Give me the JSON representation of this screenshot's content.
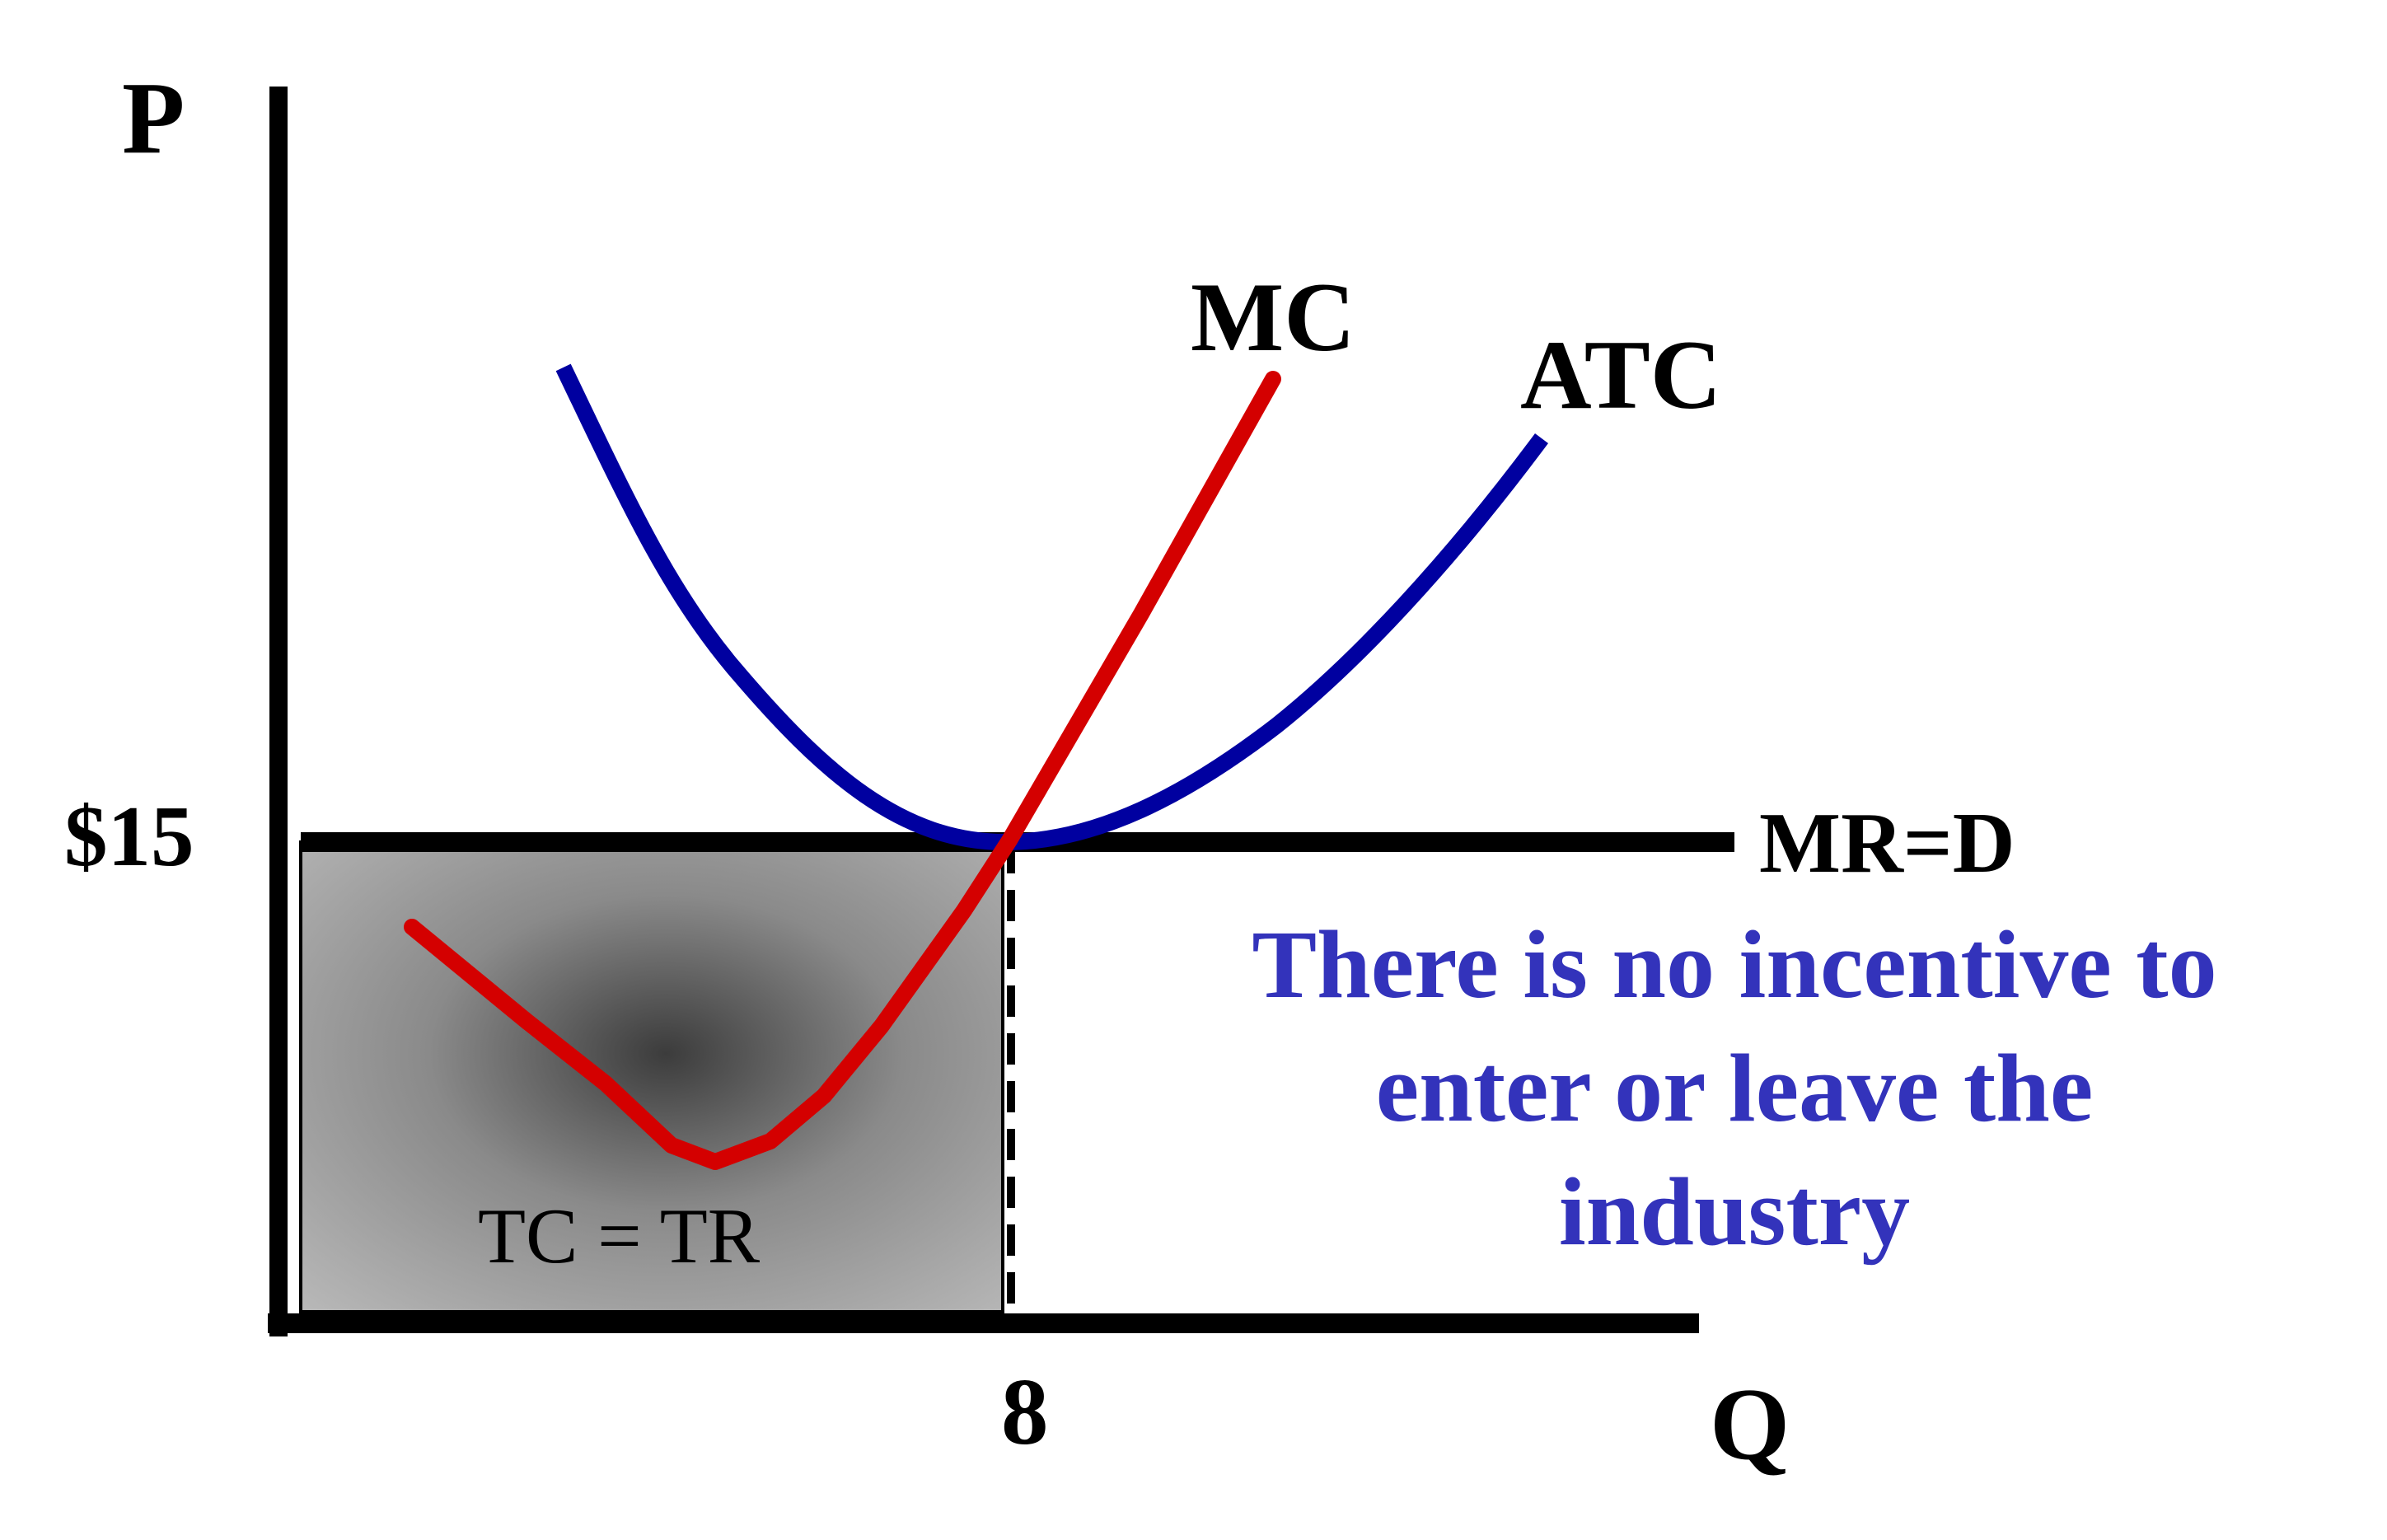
{
  "axes": {
    "y_label": "P",
    "x_label": "Q"
  },
  "price_tick": "$15",
  "quantity_tick": "8",
  "curves": {
    "mc_label": "MC",
    "atc_label": "ATC",
    "demand_label": "MR=D"
  },
  "area_label": "TC = TR",
  "message": {
    "line1": "There is no incentive to",
    "line2": "enter or leave the",
    "line3": "industry"
  },
  "colors": {
    "mc": "#d40000",
    "atc": "#0000a0",
    "message": "#3333bb",
    "axis": "#000000",
    "area_center": "#3c3c3c",
    "area_edge": "#b4b4b4"
  }
}
